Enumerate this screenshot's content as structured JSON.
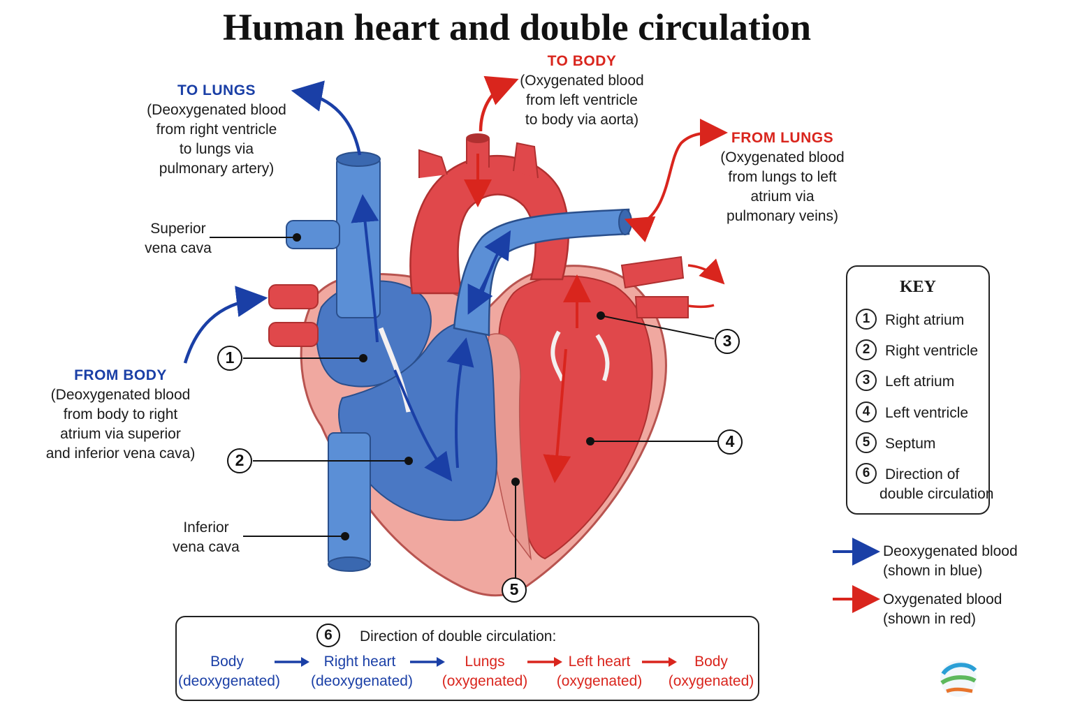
{
  "title": "Human heart and double circulation",
  "colors": {
    "deoxygenated": "#1a3fa6",
    "oxygenated": "#d9251d",
    "vein_blue": "#5b8fd6",
    "artery_red": "#e0484b",
    "muscle_pink": "#f0a8a0"
  },
  "annotations": {
    "to_lungs": {
      "head": "TO LUNGS",
      "body": [
        "(Deoxygenated blood",
        "from right ventricle",
        "to lungs via",
        "pulmonary artery)"
      ]
    },
    "to_body": {
      "head": "TO BODY",
      "body": [
        "(Oxygenated blood",
        "from left ventricle",
        "to body via aorta)"
      ]
    },
    "from_lungs": {
      "head": "FROM LUNGS",
      "body": [
        "(Oxygenated blood",
        "from lungs to left",
        "atrium via",
        "pulmonary veins)"
      ]
    },
    "from_body": {
      "head": "FROM BODY",
      "body": [
        "(Deoxygenated blood",
        "from body to right",
        "atrium via superior",
        "and inferior vena cava)"
      ]
    }
  },
  "labels": {
    "superior_vena_cava": [
      "Superior",
      "vena cava"
    ],
    "inferior_vena_cava": [
      "Inferior",
      "vena cava"
    ]
  },
  "callouts": [
    "1",
    "2",
    "3",
    "4",
    "5"
  ],
  "key": {
    "title": "KEY",
    "items": [
      {
        "num": "1",
        "text": "Right atrium"
      },
      {
        "num": "2",
        "text": "Right ventricle"
      },
      {
        "num": "3",
        "text": "Left atrium"
      },
      {
        "num": "4",
        "text": "Left ventricle"
      },
      {
        "num": "5",
        "text": "Septum"
      },
      {
        "num": "6",
        "text": "Direction of",
        "text2": "double circulation"
      }
    ]
  },
  "legend": {
    "deoxy": [
      "Deoxygenated blood",
      "(shown in blue)"
    ],
    "oxy": [
      "Oxygenated blood",
      "(shown in red)"
    ]
  },
  "flow": {
    "num": "6",
    "title": "Direction of double circulation:",
    "steps": [
      {
        "name": "Body",
        "state": "(deoxygenated)",
        "kind": "deoxy"
      },
      {
        "name": "Right heart",
        "state": "(deoxygenated)",
        "kind": "deoxy"
      },
      {
        "name": "Lungs",
        "state": "(oxygenated)",
        "kind": "oxy"
      },
      {
        "name": "Left heart",
        "state": "(oxygenated)",
        "kind": "oxy"
      },
      {
        "name": "Body",
        "state": "(oxygenated)",
        "kind": "oxy"
      }
    ]
  }
}
